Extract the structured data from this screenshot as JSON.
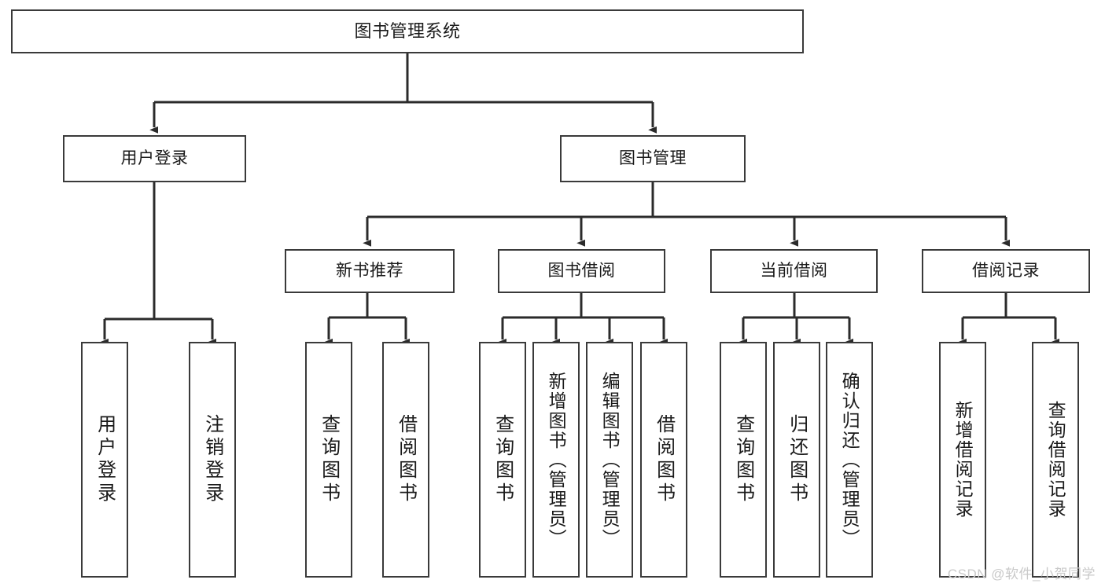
{
  "diagram": {
    "title": "图书管理系统",
    "type": "tree",
    "colors": {
      "box_border": "#3a3a3a",
      "box_fill": "#ffffff",
      "edge": "#2b2b2b",
      "text": "#1a1a1a",
      "watermark": "#c9c9c9"
    },
    "levels": {
      "root": {
        "label": "图书管理系统"
      },
      "branch1": [
        {
          "label": "用户登录"
        },
        {
          "label": "图书管理"
        }
      ],
      "branch2": [
        {
          "label": "新书推荐"
        },
        {
          "label": "图书借阅"
        },
        {
          "label": "当前借阅"
        },
        {
          "label": "借阅记录"
        }
      ],
      "leaves": {
        "user_login": [
          {
            "label": "用户登录"
          },
          {
            "label": "注销登录"
          }
        ],
        "new_book_rec": [
          {
            "label": "查询图书"
          },
          {
            "label": "借阅图书"
          }
        ],
        "book_borrow": [
          {
            "label": "查询图书"
          },
          {
            "label": "新增图书（管理员）"
          },
          {
            "label": "编辑图书（管理员）"
          },
          {
            "label": "借阅图书"
          }
        ],
        "current_borrow": [
          {
            "label": "查询图书"
          },
          {
            "label": "归还图书"
          },
          {
            "label": "确认归还（管理员）"
          }
        ],
        "borrow_record": [
          {
            "label": "新增借阅记录"
          },
          {
            "label": "查询借阅记录"
          }
        ]
      }
    }
  },
  "watermark": {
    "text": "CSDN @软件_小贺同学"
  }
}
